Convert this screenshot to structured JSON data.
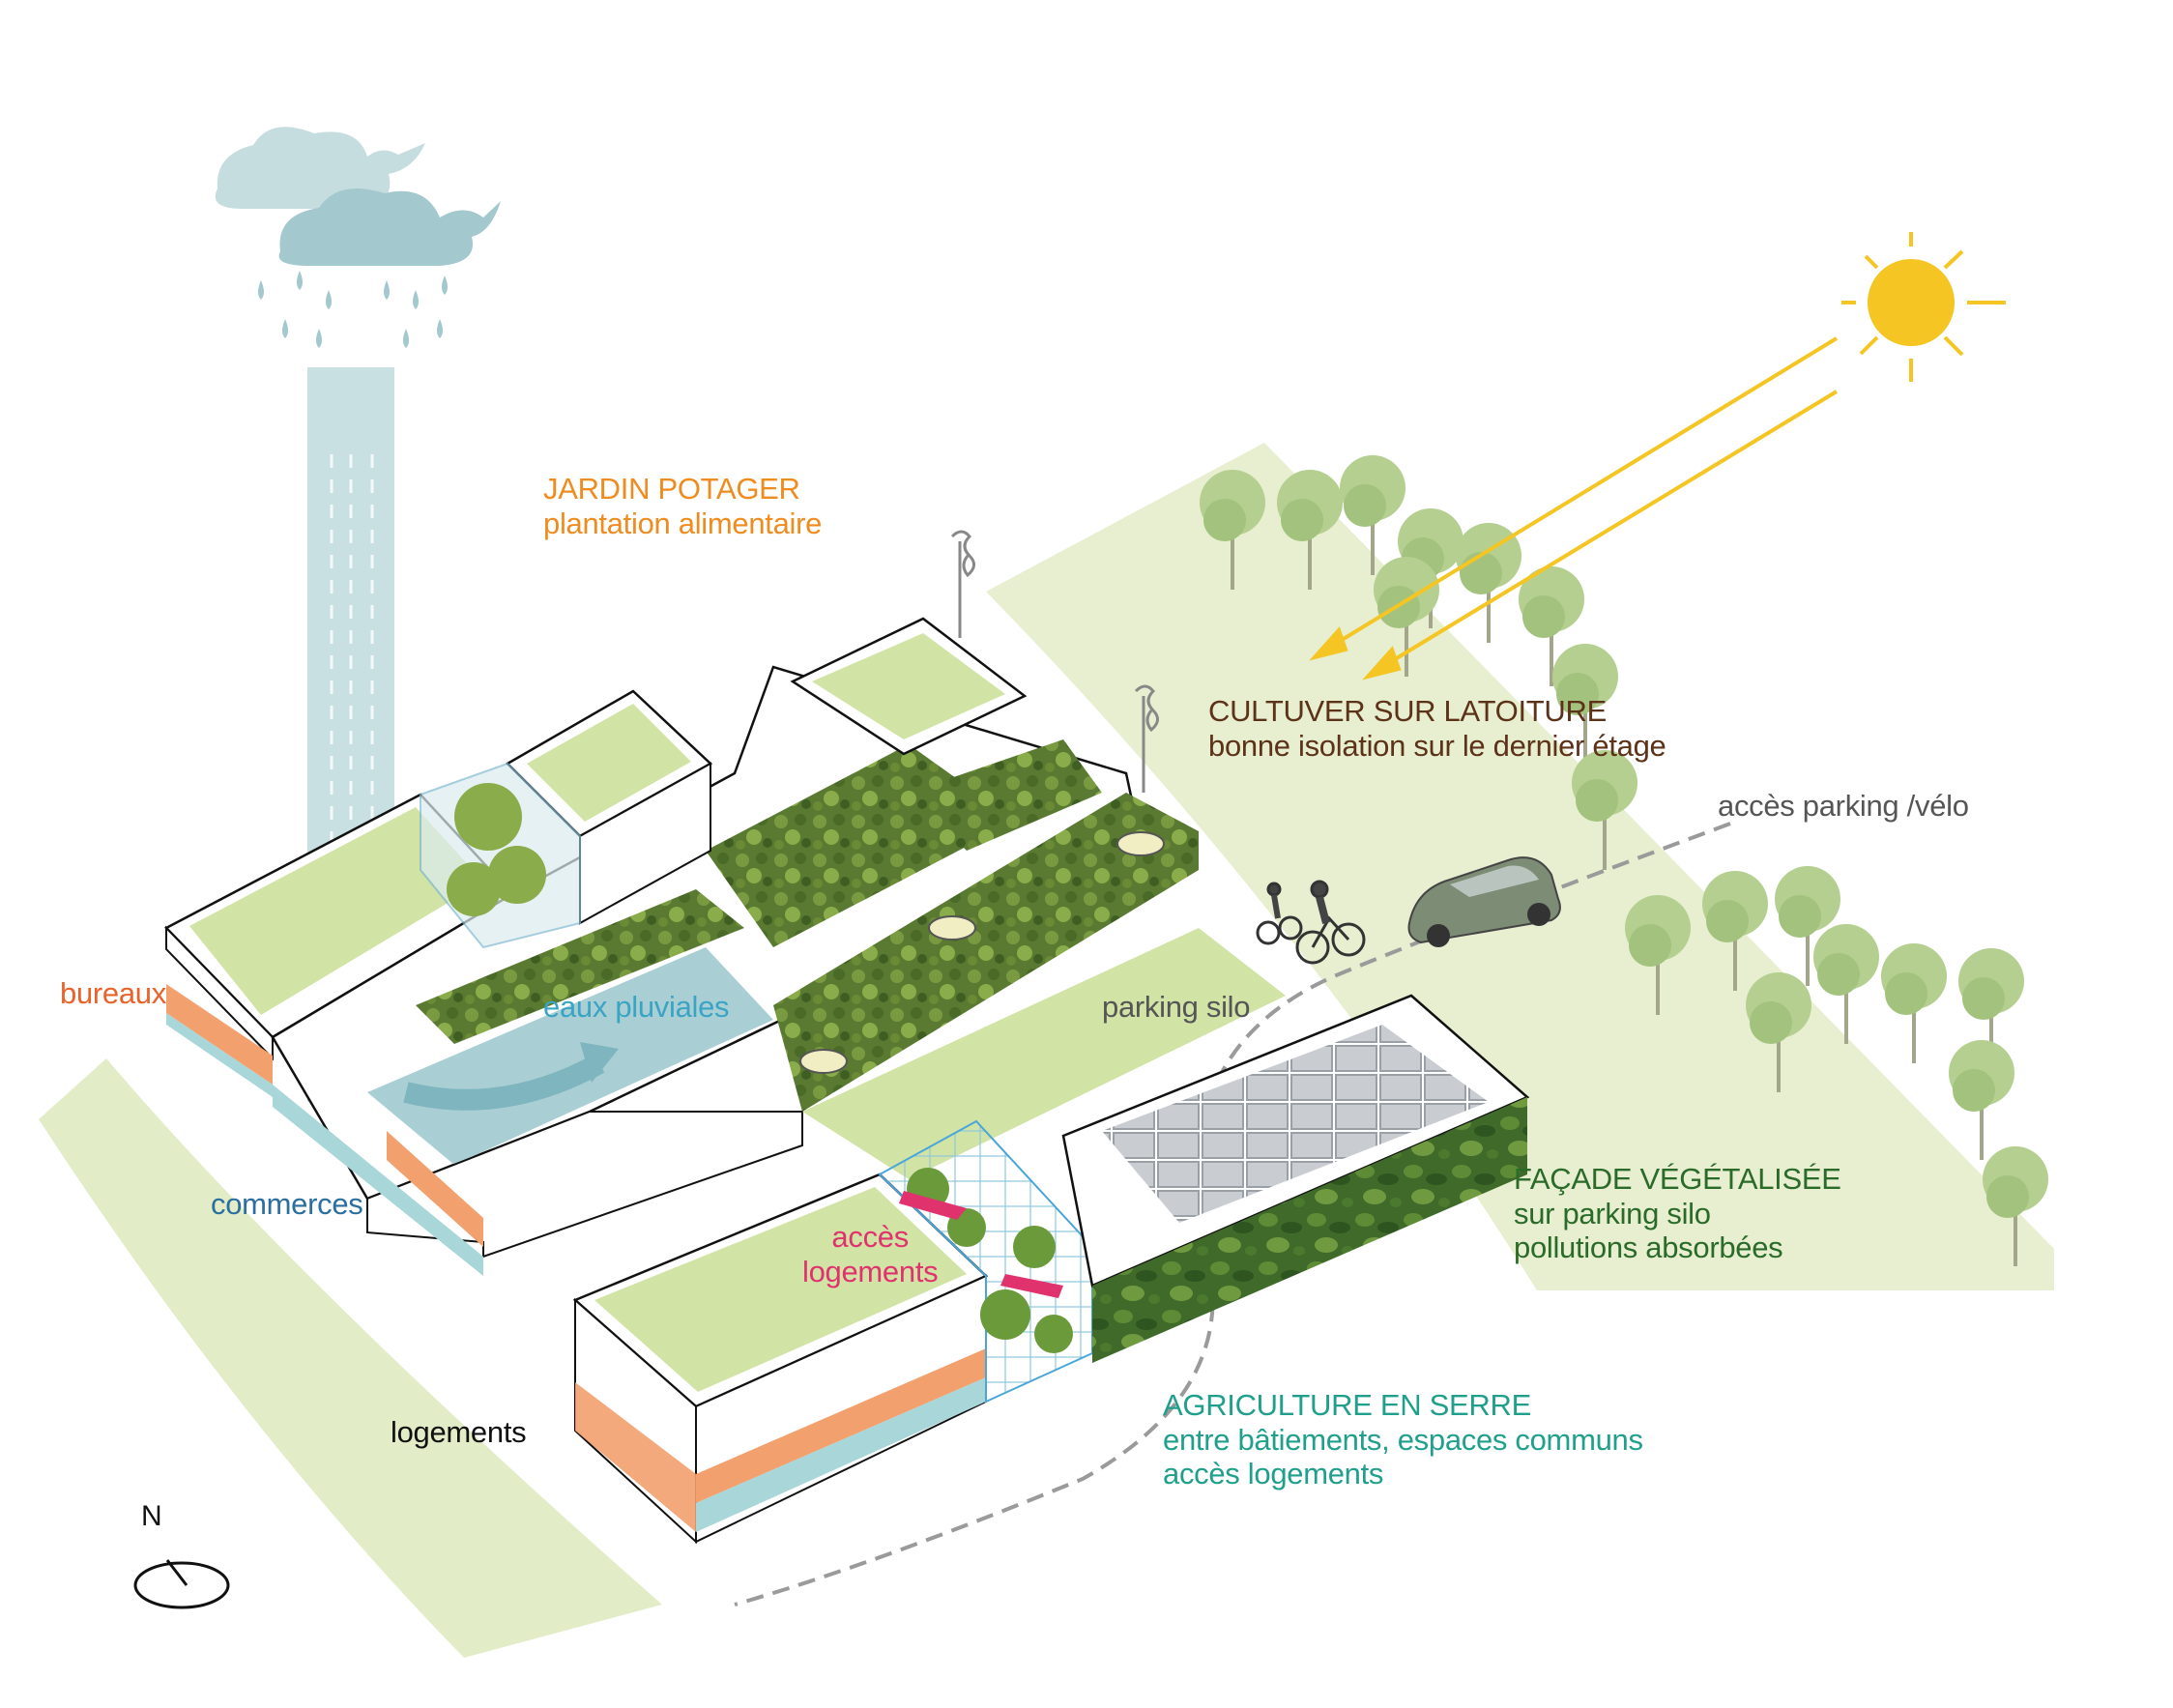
{
  "labels": {
    "jardin_title": "JARDIN POTAGER",
    "jardin_sub": "plantation alimentaire",
    "cultiver_title": "CULTUVER SUR LATOITURE",
    "cultiver_sub": "bonne isolation sur le dernier étage",
    "acces_parking": "accès parking /vélo",
    "facade_title": "FAÇADE VÉGÉTALISÉE",
    "facade_sub1": "sur parking silo",
    "facade_sub2": "pollutions absorbées",
    "agriculture_title": "AGRICULTURE EN SERRE",
    "agriculture_sub1": "entre bâtiements, espaces communs",
    "agriculture_sub2": "accès logements",
    "bureaux": "bureaux",
    "commerces": "commerces",
    "logements": "logements",
    "eaux_pluviales": "eaux pluviales",
    "parking_silo": "parking silo",
    "acces_logements_1": "accès",
    "acces_logements_2": "logements",
    "north": "N"
  },
  "colors": {
    "orange_label": "#ef8c1f",
    "brown_label": "#5c3218",
    "green_label": "#2b6b2a",
    "teal_label": "#20a08c",
    "bureaux_band": "#f2a06e",
    "commerces_band": "#a9d6d8",
    "roof_green": "#d2e3a6",
    "ground_green": "#e2edc8",
    "water_blue": "#a9cfd4",
    "sun_yellow": "#f5c623",
    "pink_access": "#e0336e"
  },
  "icons": [
    "rain-cloud-icon",
    "sun-icon",
    "north-arrow-icon",
    "car-icon",
    "cyclist-icon",
    "wind-turbine-icon",
    "tree-icon"
  ]
}
